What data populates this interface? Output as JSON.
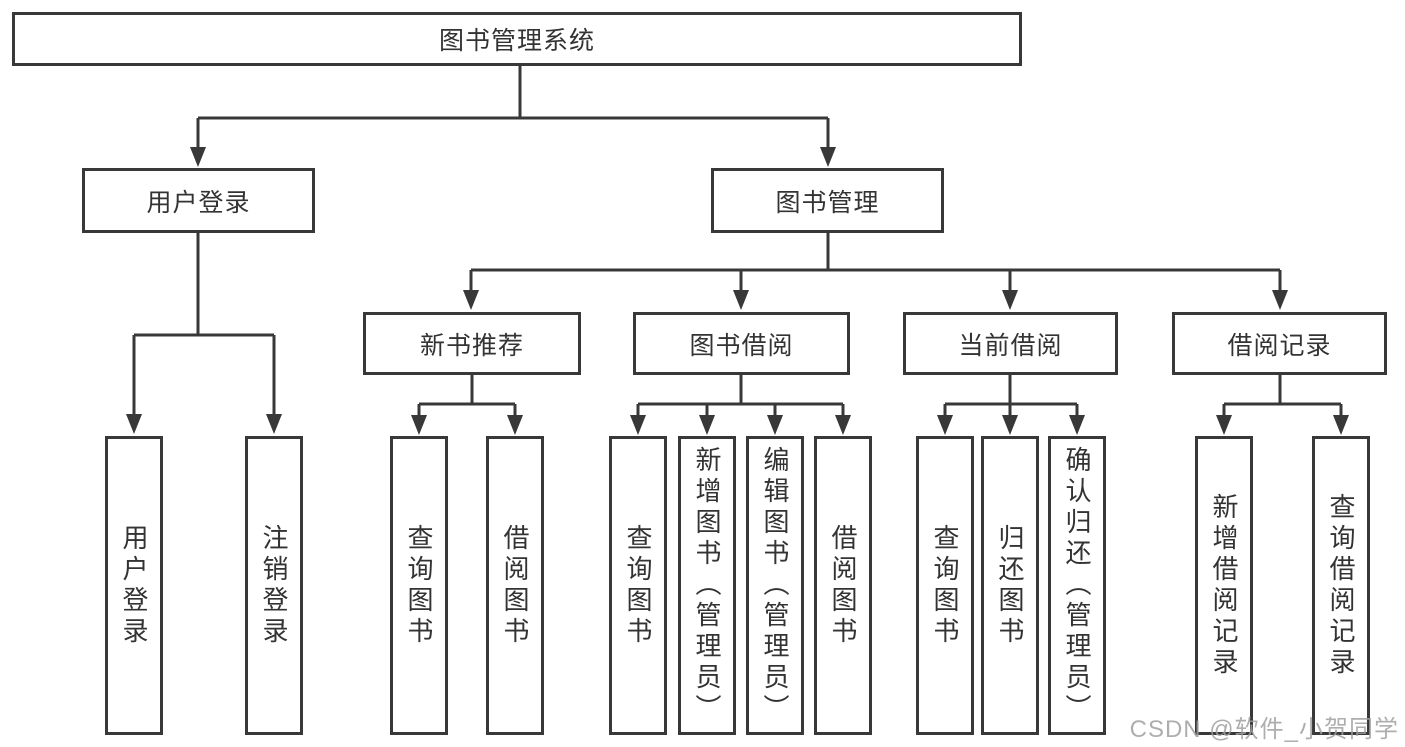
{
  "tree": {
    "root": {
      "label": "图书管理系统"
    },
    "branches": [
      {
        "label": "用户登录",
        "children": [
          {
            "label": "用户登录"
          },
          {
            "label": "注销登录"
          }
        ]
      },
      {
        "label": "图书管理",
        "children": [
          {
            "label": "新书推荐",
            "children": [
              {
                "label": "查询图书"
              },
              {
                "label": "借阅图书"
              }
            ]
          },
          {
            "label": "图书借阅",
            "children": [
              {
                "label": "查询图书"
              },
              {
                "label": "新增图书（管理员）"
              },
              {
                "label": "编辑图书（管理员）"
              },
              {
                "label": "借阅图书"
              }
            ]
          },
          {
            "label": "当前借阅",
            "children": [
              {
                "label": "查询图书"
              },
              {
                "label": "归还图书"
              },
              {
                "label": "确认归还（管理员）"
              }
            ]
          },
          {
            "label": "借阅记录",
            "children": [
              {
                "label": "新增借阅记录"
              },
              {
                "label": "查询借阅记录"
              }
            ]
          }
        ]
      }
    ]
  },
  "watermark": {
    "text": "CSDN @软件_小贺同学"
  },
  "colors": {
    "line": "#383838",
    "text": "#333333",
    "background": "#ffffff",
    "watermark": "#a0a0a0"
  }
}
